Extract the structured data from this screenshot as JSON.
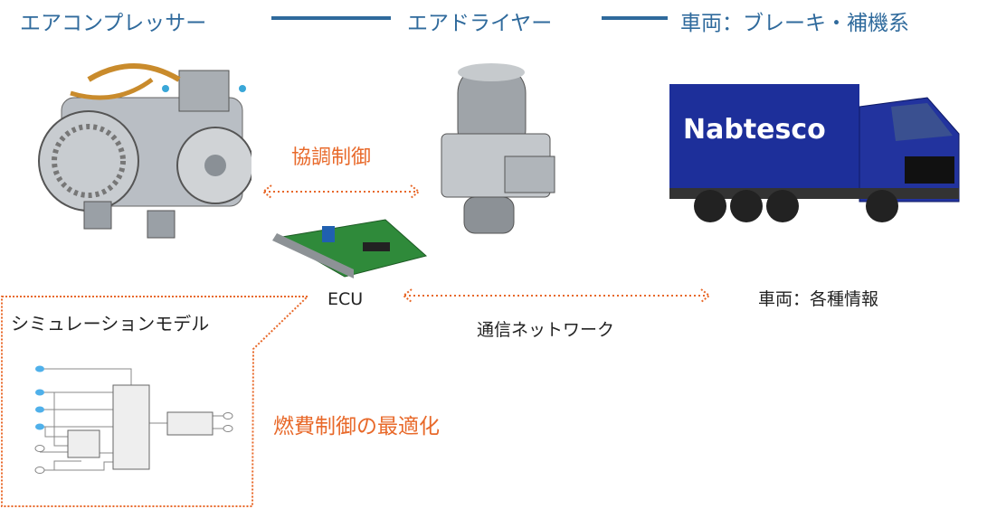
{
  "header": {
    "compressor": "エアコンプレッサー",
    "dryer": "エアドライヤー",
    "vehicle": "車両：ブレーキ・補機系"
  },
  "labels": {
    "coordination": "協調制御",
    "ecu": "ECU",
    "vehicle_info": "車両：各種情報",
    "network": "通信ネットワーク",
    "simulation_model": "シミュレーションモデル",
    "fuel_optimization": "燃費制御の最適化"
  },
  "truck_logo": "Nabtesco",
  "colors": {
    "header_blue": "#2f6a9c",
    "accent_orange": "#e8692a",
    "truck_blue": "#1d2f9a"
  }
}
